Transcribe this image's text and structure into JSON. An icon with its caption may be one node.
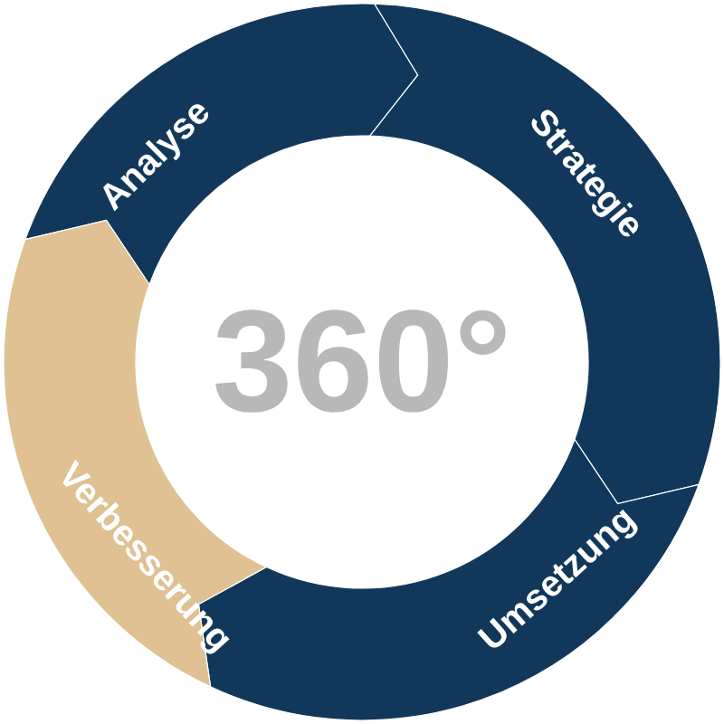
{
  "diagram": {
    "nodes": [
      {
        "text": [
          "Analyse"
        ]
      },
      {
        "text": [
          "Strategie"
        ]
      },
      {
        "text": [
          "Umsetzung"
        ]
      },
      {
        "text": [
          "Verbesserung"
        ]
      }
    ],
    "labels": [
      "360°"
    ]
  }
}
